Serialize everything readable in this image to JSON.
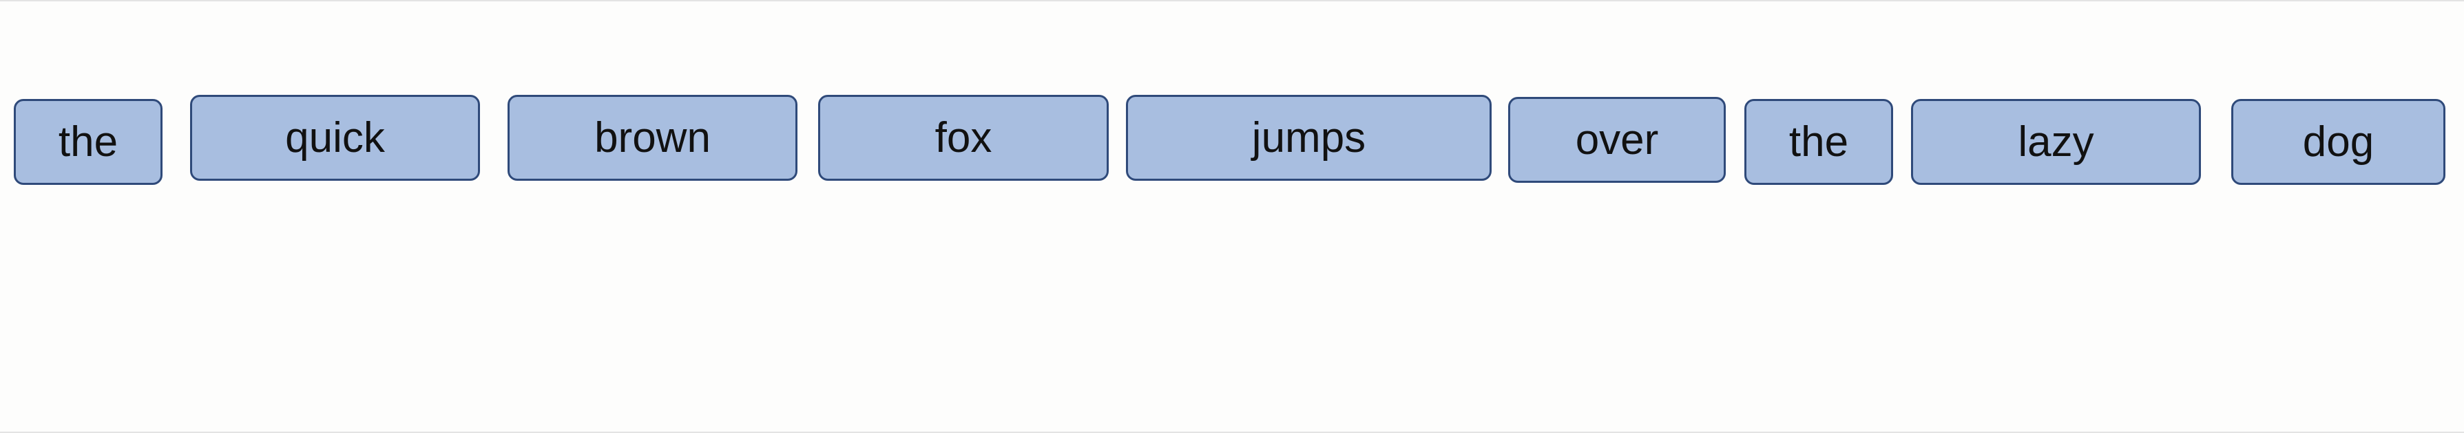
{
  "tokens": [
    "the",
    "quick",
    "brown",
    "fox",
    "jumps",
    "over",
    "the",
    "lazy",
    "dog"
  ],
  "colors": {
    "background": "#fdfdfc",
    "token_fill": "#a8bee0",
    "token_border": "#2f4a7a",
    "token_text": "#111111"
  }
}
